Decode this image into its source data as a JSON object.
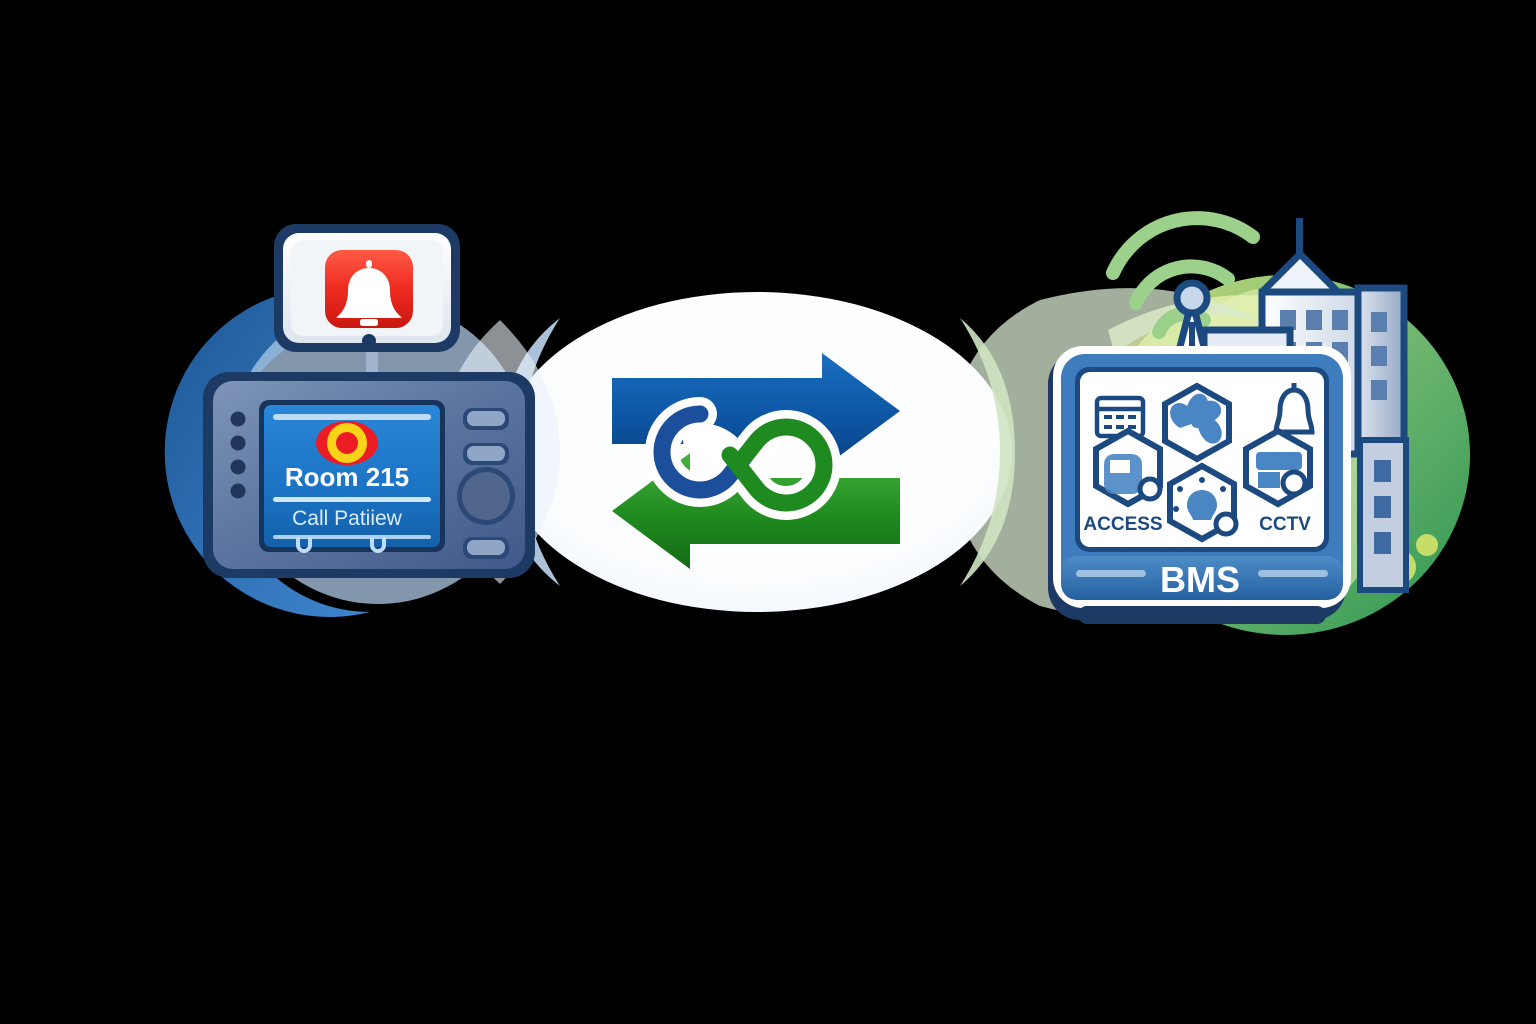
{
  "diagram": {
    "type": "integration-illustration",
    "background_color": "#000000",
    "palette": {
      "brand_blue": "#1b5fa8",
      "deep_navy": "#1c3a63",
      "arrow_blue": "#0d56a4",
      "arrow_green": "#1f8a1f",
      "screen_blue": "#1b73c4",
      "alert_red": "#ee2b20",
      "halo_green": "#49b06a",
      "halo_blue": "#2a6fb5",
      "wifi_green": "#9bd18a",
      "bms_bar_blue": "#2f74b5"
    }
  },
  "left_node": {
    "name": "nurse-call-station",
    "call_button_device": {
      "name": "patient-call-button",
      "icon": "bell-icon",
      "button_color": "#ee2b20",
      "indicator_dot": "status-dot"
    },
    "station": {
      "name": "nurse-call-console",
      "screen": {
        "room_label": "Room 215",
        "action_label": "Call Patiiew",
        "status_icon": "alert-target-icon"
      },
      "led_indicators": 4,
      "side_buttons": [
        "top-button-1",
        "top-button-2",
        "bottom-button"
      ],
      "speaker": "speaker-grille"
    }
  },
  "center_node": {
    "name": "bidirectional-sync",
    "arrows": [
      {
        "label": "right-arrow",
        "direction": "right",
        "color": "#0d56a4"
      },
      {
        "label": "left-arrow",
        "direction": "left",
        "color": "#1f8a1f"
      }
    ],
    "loop_icon": "infinity-loop-icon",
    "loop_colors": [
      "#1b4f9c",
      "#1f8a1f"
    ]
  },
  "right_node": {
    "name": "building-management-system",
    "title": "BMS",
    "wifi_icon": "wifi-signal-icon",
    "antenna": "antenna-tower-icon",
    "buildings": "city-buildings-icon",
    "modules": [
      {
        "id": "panel",
        "icon": "control-panel-icon",
        "label": ""
      },
      {
        "id": "hvac",
        "icon": "fan-hvac-icon",
        "label": ""
      },
      {
        "id": "alarm",
        "icon": "bell-icon",
        "label": ""
      },
      {
        "id": "access",
        "icon": "access-lock-icon",
        "label": "ACCESS"
      },
      {
        "id": "lighting",
        "icon": "light-bulb-icon",
        "label": ""
      },
      {
        "id": "cctv",
        "icon": "cctv-camera-icon",
        "label": "CCTV"
      }
    ]
  }
}
